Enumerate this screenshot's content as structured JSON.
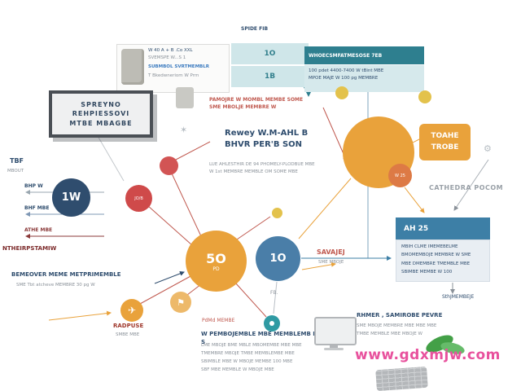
{
  "top_left_card": {
    "line1": "W 40 A + B .Co XXL",
    "line2": "SVEMSPE W...S 1",
    "link": "SUBMBOL SVRTMEMBLR",
    "line3": "T Bkedwneriom W Prm"
  },
  "top_badge": "SPIDE FIB",
  "teal_table": {
    "row1": "1O",
    "row2": "1B"
  },
  "banner": {
    "title": "WHOECSMFATMESOSE 7EB",
    "body_line1": "100 pdet 4400-7400 W tBint MBE",
    "body_line2": "MPOE MAJE W 100 pg MEMBRE"
  },
  "red_note": {
    "line1": "PAMOJRE W MOMBL MEMBE SOME",
    "line2": "SME MBOLJE MEMBRE W"
  },
  "sign": {
    "line1": "SPREYNO",
    "line2": "REHPIESSOVI",
    "line3": "MTBE MBAGBE"
  },
  "center_heading": {
    "line1": "Rewey W.M-AHL B",
    "line2": "BHVR PER'B SON",
    "sub1": "LUE AHLESTHIR DE 94 PHOMELY-PLODBUE MBE",
    "sub2": "W 1st MEMBRE MEMBLE OM SOME MBE"
  },
  "orange_box": {
    "line1": "TOAHE",
    "line2": "TROBE"
  },
  "small_orange_circle": "W 25",
  "cathedra_label": "CATHEDRA POCOM",
  "left_labels": {
    "tbf": "TBF",
    "tbf_sub": "MBOUT",
    "arrow1": "BHP W",
    "arrow2": "BHF MBE",
    "arrow3": "ATHE MBE",
    "dark_red_label": "NTHEIRPSTAMIW"
  },
  "navy_circle": "1W",
  "red_circle_small": "JO/B",
  "mid_left": {
    "bold": "BEMEOVER MEME METPRIMEMBLE",
    "sub": "SME Tbt atcheve MEMBRE 30 pg W"
  },
  "center_circle": {
    "value": "5O",
    "sub": "PD"
  },
  "blue_circle": {
    "value": "1O",
    "sub": "FB."
  },
  "savajej": {
    "label": "SAVAJEJ",
    "sub": "SME MBOJE"
  },
  "right_panel": {
    "header": "AH 25",
    "lines": [
      "MBIH CLME IMEMEBELME",
      "BMOMEMBOJE MEMBRE W SME",
      "MBE DMEMBRE TMEMBLE MBE",
      "SBIMBE MEMBE W 100"
    ]
  },
  "sth_label": "SthJMEMBEJE",
  "bottom_left": {
    "label": "RADPUSE",
    "sub": "SMBE MBE"
  },
  "red_small_text": "PdMd MEMBE",
  "bottom_block": {
    "title": "W PEMBOJEMBLE MBE MEMBLEMB MOM S",
    "lines": [
      "LME MBOJE BME MBLE MBOMEMBE MBE MBE",
      "TMEMBRE MBOJE TMBE MEMBLEMBE MBE",
      "SBIMBLE MBE W MBOJE MEMBE 100 MBE",
      "SBF MBE MEMBLE W MBOJE MBE"
    ]
  },
  "bottom_right": {
    "title": "RHMER , SAMIROBE PEVRE",
    "lines": [
      "SME MBOJE MEMBRE MBE MBE MBE",
      "TMBE MEMBLE MBE MBOJE W"
    ]
  },
  "watermark": "www.gdxmjw.com",
  "icons": {
    "sun": "✶",
    "gear": "⚙",
    "plane": "✈",
    "flag": "⚑"
  },
  "colors": {
    "orange": "#e9a23b",
    "teal": "#2e7f8f",
    "steel": "#3d7fa6",
    "red": "#c0594f",
    "navy": "#2f4d6e",
    "magenta": "#e8519d"
  }
}
